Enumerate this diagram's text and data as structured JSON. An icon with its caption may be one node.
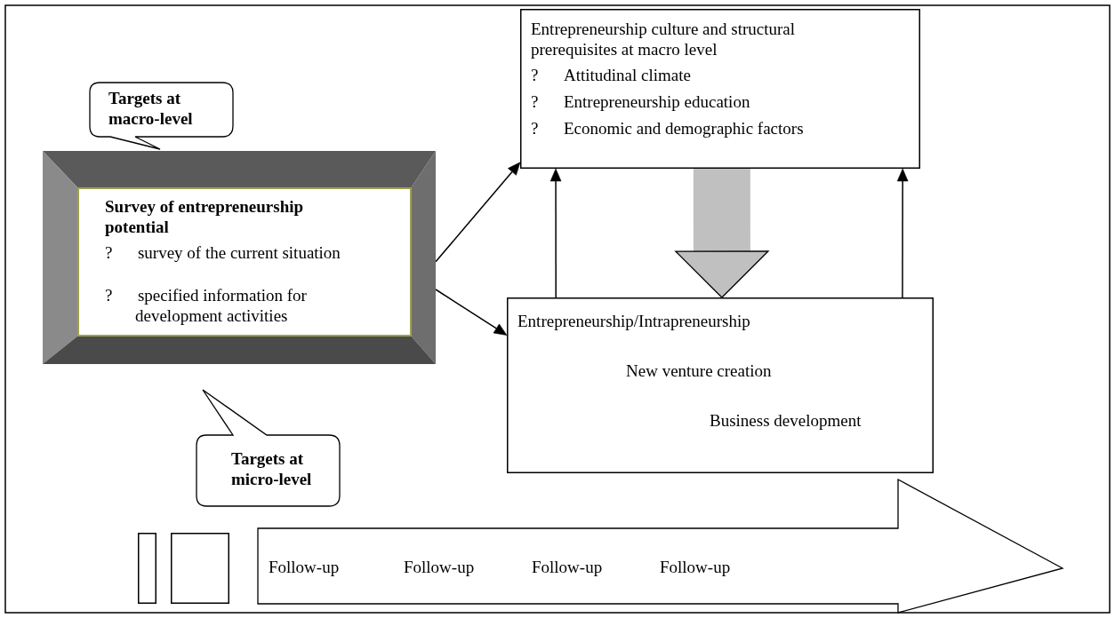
{
  "diagram": {
    "nodes": [
      {
        "text": [
          "Targets at macro-level"
        ]
      },
      {
        "text": [
          "Survey of entrepreneurship potential",
          "? survey of the current situation",
          "? specified information for development activities"
        ]
      },
      {
        "text": [
          "Targets at micro-level"
        ]
      },
      {
        "text": [
          "Entrepreneurship culture and structural prerequisites at macro level",
          "? Attitudinal climate",
          "? Entrepreneurship education",
          "? Economic and demographic factors"
        ]
      },
      {
        "text": [
          "Entrepreneurship/Intrapreneurship",
          "New venture creation",
          "Business development"
        ]
      },
      {
        "text": [],
        "shape": "box"
      },
      {
        "text": [],
        "shape": "box"
      },
      {
        "text": [
          "Follow-up",
          "Follow-up",
          "Follow-up",
          "Follow-up"
        ]
      }
    ],
    "edges": [
      {
        "from": 1,
        "to": 3,
        "arrow": "to"
      },
      {
        "from": 1,
        "to": 4,
        "arrow": "to"
      },
      {
        "from": 3,
        "to": 4,
        "arrow": "to",
        "style": "thick",
        "color": "#c0c0c0"
      },
      {
        "from": 4,
        "to": 3,
        "arrow": "to"
      },
      {
        "from": 4,
        "to": 3,
        "arrow": "to"
      }
    ]
  }
}
